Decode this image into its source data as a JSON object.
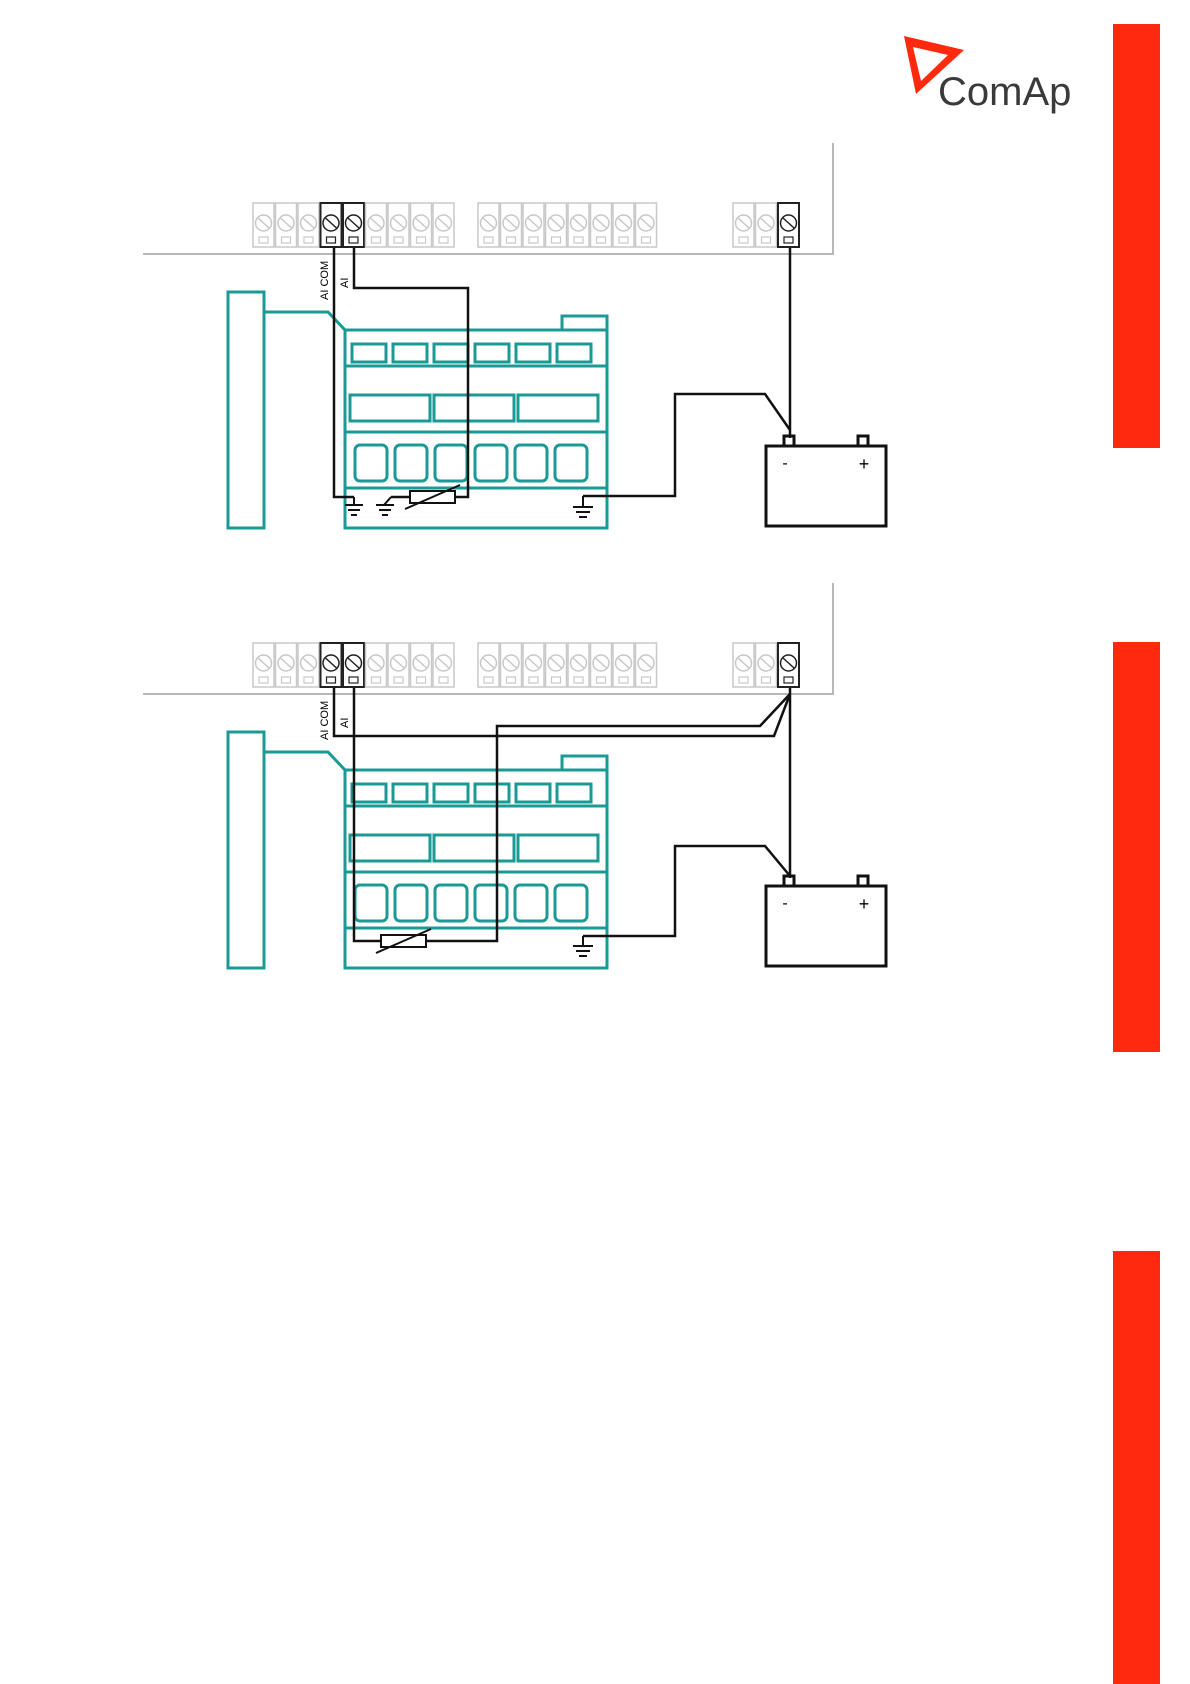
{
  "logo": {
    "text": "ComAp"
  },
  "diagrams": [
    {
      "terminal_labels": {
        "ai_com": "AI COM",
        "ai": "AI"
      },
      "battery": {
        "minus": "-",
        "plus": "+"
      }
    },
    {
      "terminal_labels": {
        "ai_com": "AI COM",
        "ai": "AI"
      },
      "battery": {
        "minus": "-",
        "plus": "+"
      }
    }
  ],
  "colors": {
    "accent_red": "#ff2a0e",
    "engine_teal": "#1a9a94",
    "wire": "#111111",
    "terminal_gray": "#c8c8c8"
  },
  "icons": [
    "comap-logo-triangle",
    "ground-icon",
    "sensor-resistor-icon",
    "battery-icon",
    "screw-terminal-icon"
  ]
}
